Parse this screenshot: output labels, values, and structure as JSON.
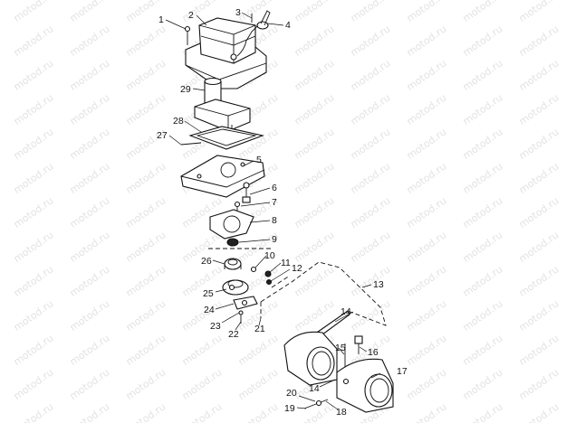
{
  "watermark": "motod.ru",
  "callouts": [
    "1",
    "2",
    "3",
    "4",
    "5",
    "6",
    "7",
    "8",
    "9",
    "10",
    "11",
    "12",
    "13",
    "14",
    "14",
    "15",
    "16",
    "17",
    "18",
    "19",
    "20",
    "21",
    "22",
    "23",
    "24",
    "25",
    "26",
    "27",
    "28",
    "29"
  ]
}
